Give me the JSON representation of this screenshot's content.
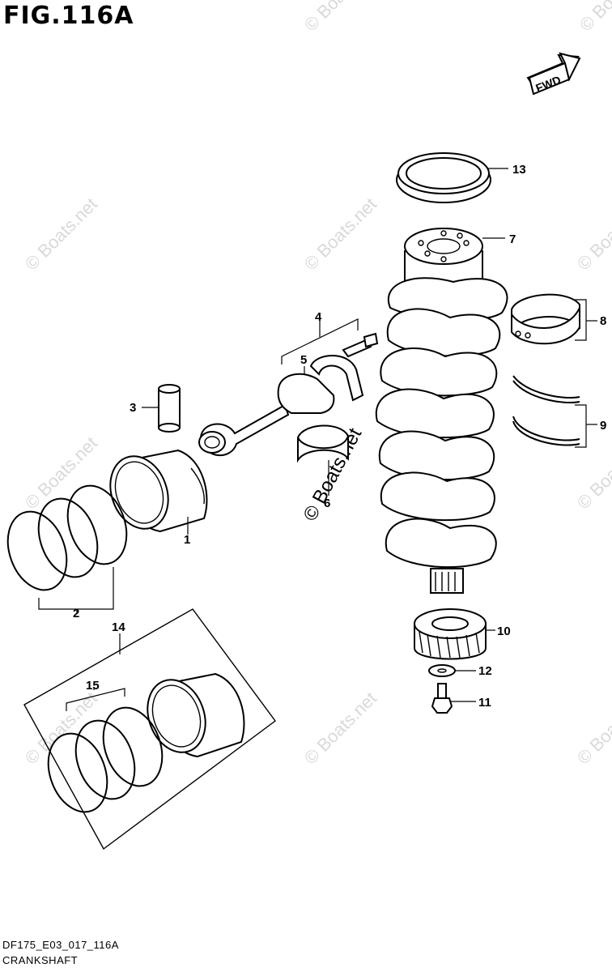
{
  "figure": {
    "title": "FIG.116A",
    "code": "DF175_E03_017_116A",
    "name": "CRANKSHAFT",
    "fwd_label": "FWD"
  },
  "watermark": {
    "text": "© Boats.net"
  },
  "callouts": [
    "1",
    "2",
    "3",
    "4",
    "5",
    "6",
    "7",
    "8",
    "9",
    "10",
    "11",
    "12",
    "13",
    "14",
    "15"
  ]
}
